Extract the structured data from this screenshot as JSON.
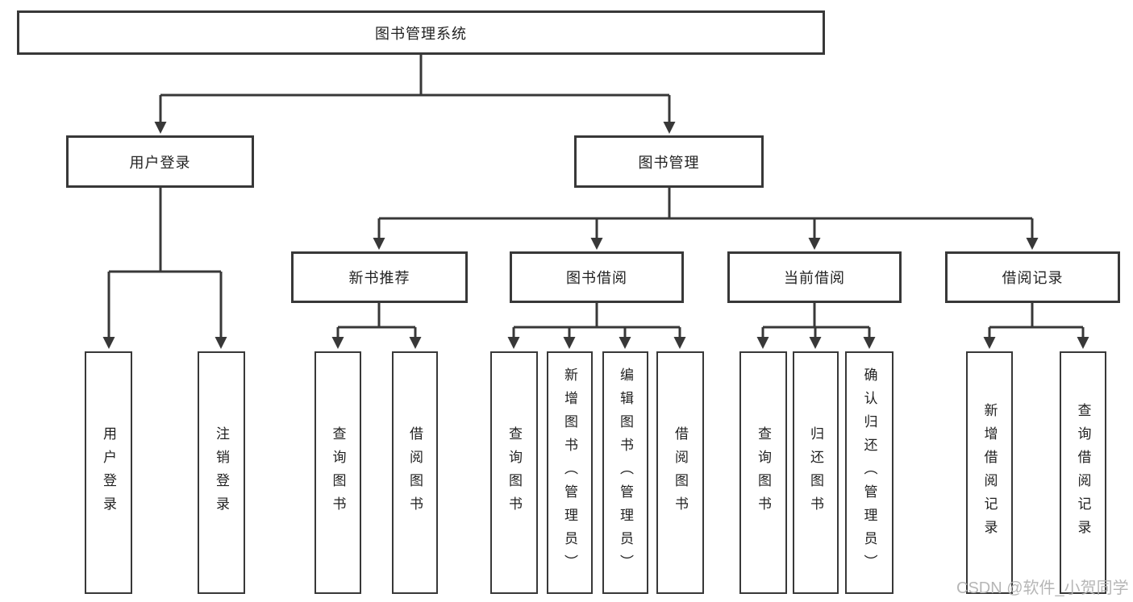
{
  "org_chart": {
    "root": {
      "label": "图书管理系统"
    },
    "branches": [
      {
        "label": "用户登录",
        "children": [
          {
            "label": "用户登录"
          },
          {
            "label": "注销登录"
          }
        ]
      },
      {
        "label": "图书管理",
        "children": [
          {
            "label": "新书推荐",
            "children": [
              {
                "label": "查询图书"
              },
              {
                "label": "借阅图书"
              }
            ]
          },
          {
            "label": "图书借阅",
            "children": [
              {
                "label": "查询图书"
              },
              {
                "label": "新增图书（管理员）"
              },
              {
                "label": "编辑图书（管理员）"
              },
              {
                "label": "借阅图书"
              }
            ]
          },
          {
            "label": "当前借阅",
            "children": [
              {
                "label": "查询图书"
              },
              {
                "label": "归还图书"
              },
              {
                "label": "确认归还（管理员）"
              }
            ]
          },
          {
            "label": "借阅记录",
            "children": [
              {
                "label": "新增借阅记录"
              },
              {
                "label": "查询借阅记录"
              }
            ]
          }
        ]
      }
    ]
  },
  "watermark": {
    "text": "CSDN @软件_小贺同学"
  },
  "colors": {
    "line": "#383838",
    "box_border": "#383838",
    "text": "#222222",
    "watermark": "#b3b3b3",
    "background": "#ffffff"
  }
}
